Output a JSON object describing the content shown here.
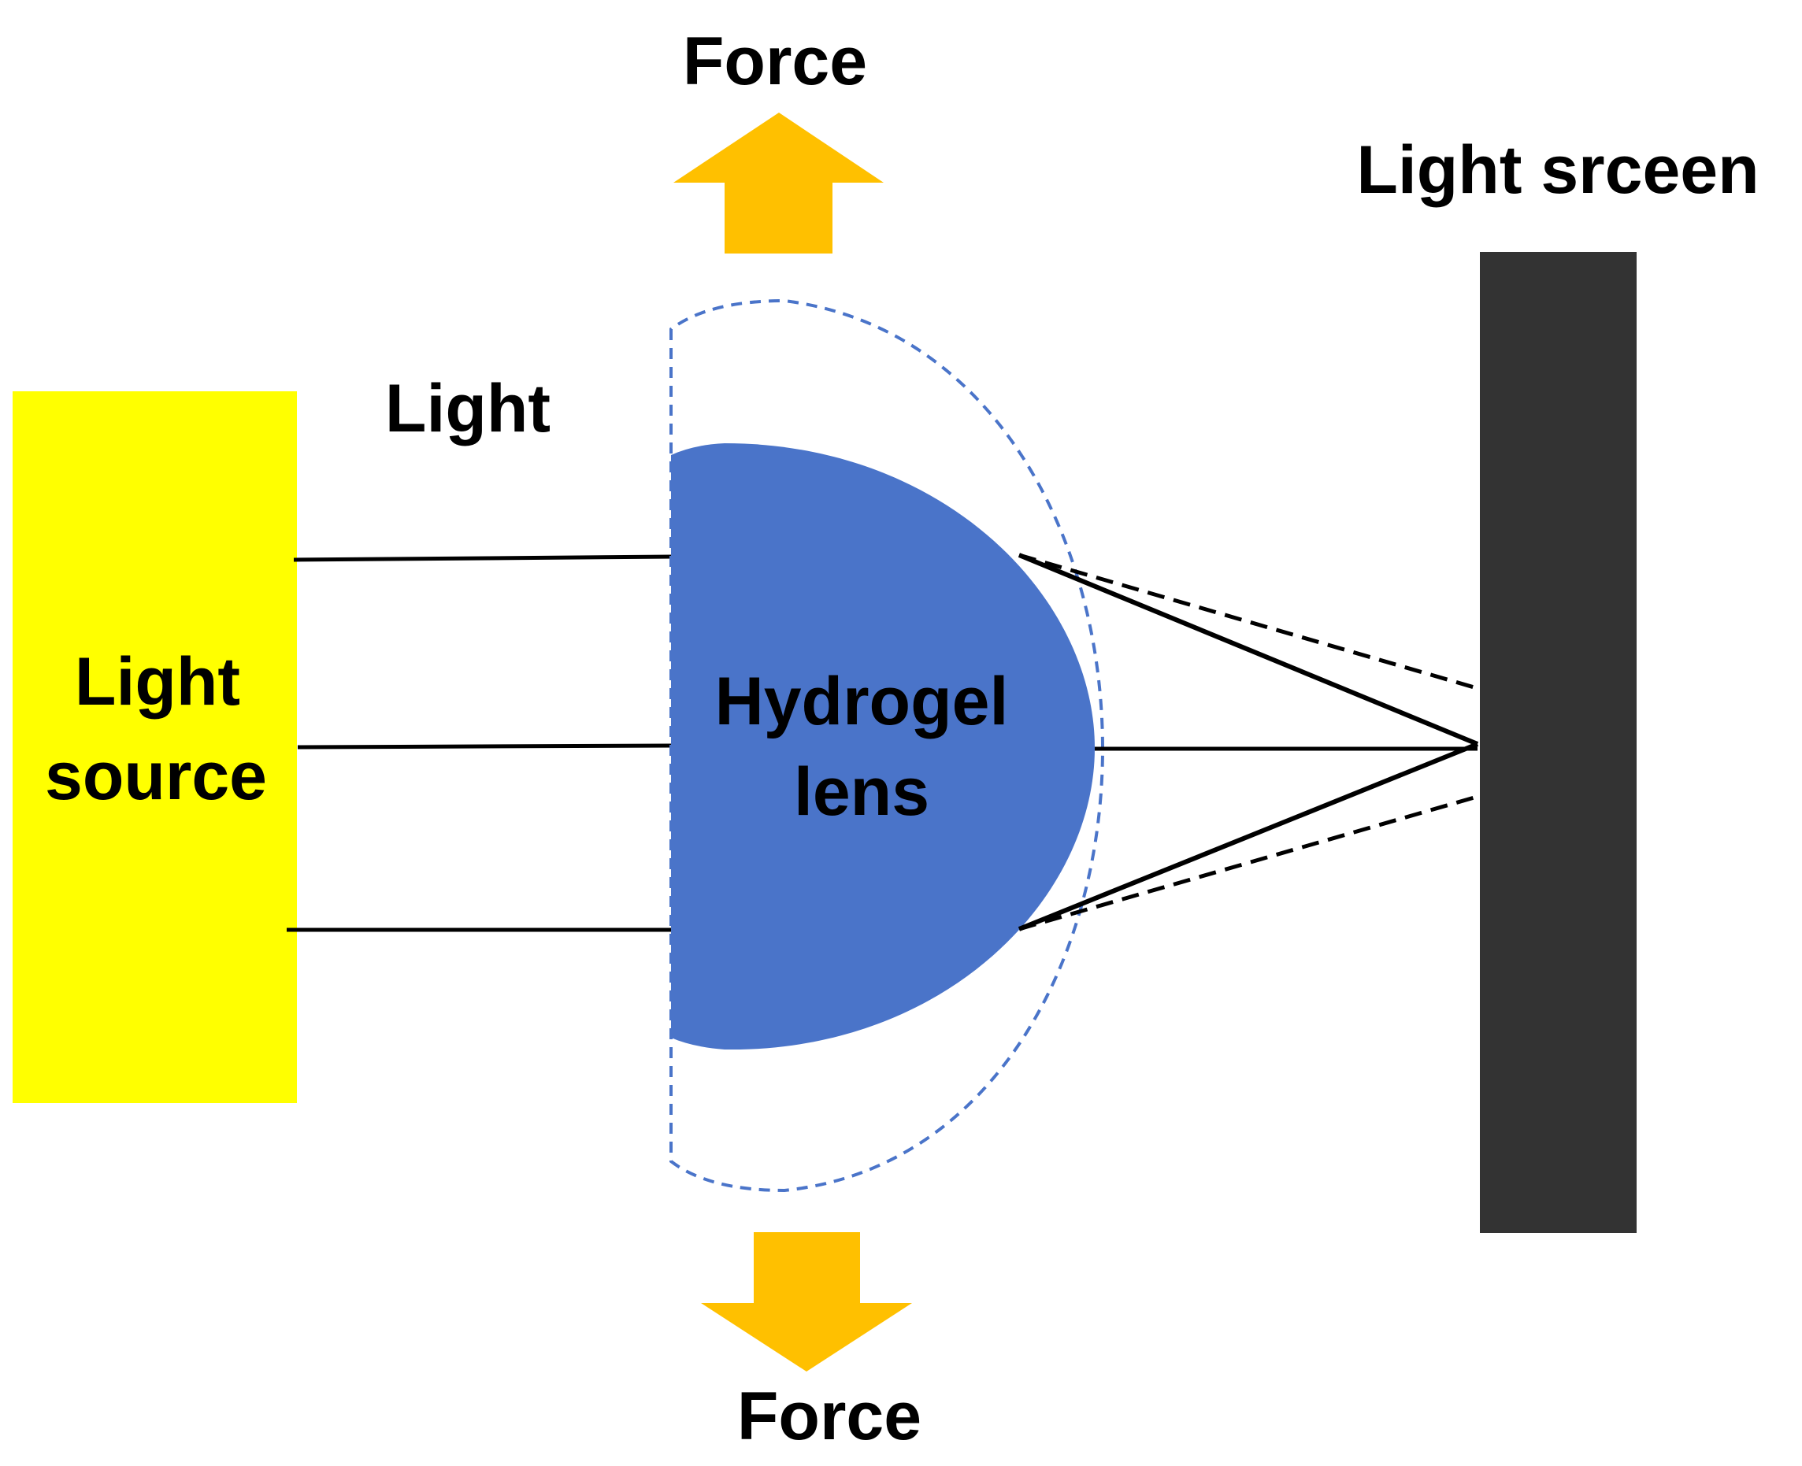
{
  "labels": {
    "force_top": "Force",
    "force_bottom": "Force",
    "light_screen": "Light srceen",
    "light": "Light",
    "light_source_line1": "Light",
    "light_source_line2": "source",
    "lens_line1": "Hydrogel",
    "lens_line2": "lens"
  },
  "colors": {
    "light_source": "#FFFF00",
    "lens_fill": "#4A74C9",
    "lens_outline_dashed": "#4A74C9",
    "force_arrow": "#FFC000",
    "screen": "#333333",
    "rays": "#000000"
  }
}
